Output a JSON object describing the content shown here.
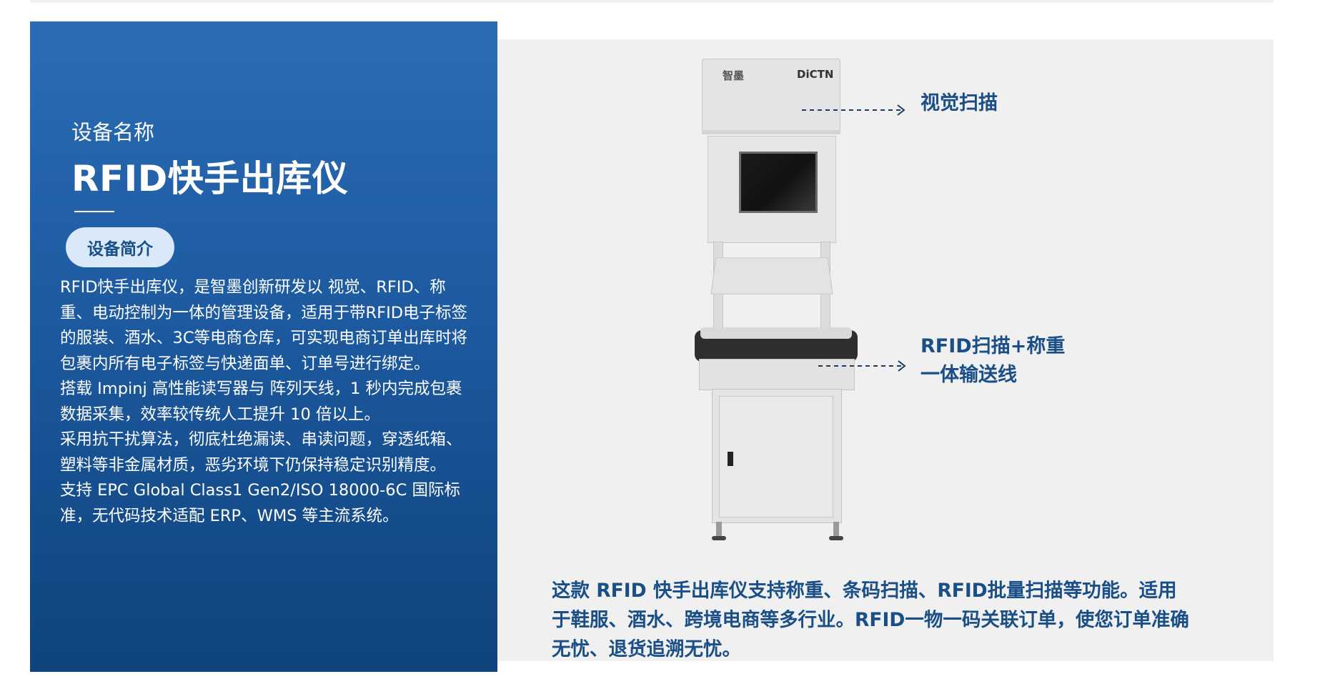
{
  "device": {
    "label": "设备名称",
    "title": "RFID快手出库仪",
    "intro_badge": "设备简介",
    "description": [
      "RFID快手出库仪，是智墨创新研发以 视觉、RFID、称重、电动控制为一体的管理设备，适用于带RFID电子标签的服装、酒水、3C等电商仓库，可实现电商订单出库时将包裹内所有电子标签与快递面单、订单号进行绑定。",
      "搭载 Impinj 高性能读写器与 阵列天线，1 秒内完成包裹数据采集，效率较传统人工提升 10 倍以上。",
      "采用抗干扰算法，彻底杜绝漏读、串读问题，穿透纸箱、塑料等非金属材质，恶劣环境下仍保持稳定识别精度。",
      "支持 EPC Global Class1 Gen2/ISO 18000-6C 国际标准，无代码技术适配 ERP、WMS 等主流系统。"
    ]
  },
  "machine": {
    "logo_left": "智墨",
    "logo_right": "DiCTN"
  },
  "callouts": {
    "vision": "视觉扫描",
    "rfid_line1": "RFID扫描+称重",
    "rfid_line2": "一体输送线"
  },
  "summary": "这款 RFID 快手出库仪支持称重、条码扫描、RFID批量扫描等功能。适用于鞋服、酒水、跨境电商等多行业。RFID一物一码关联订单，使您订单准确无忧、退货追溯无忧。"
}
